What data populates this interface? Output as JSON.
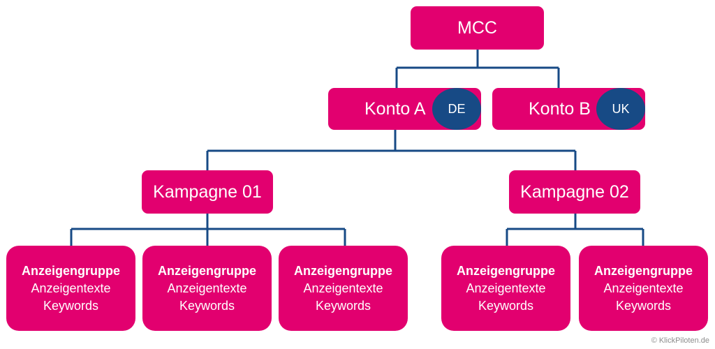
{
  "root": {
    "label": "MCC"
  },
  "accounts": [
    {
      "label": "Konto A",
      "badge": "DE"
    },
    {
      "label": "Konto B",
      "badge": "UK"
    }
  ],
  "campaigns": [
    {
      "label": "Kampagne 01"
    },
    {
      "label": "Kampagne 02"
    }
  ],
  "ad_groups": [
    {
      "title": "Anzeigengruppe",
      "line1": "Anzeigentexte",
      "line2": "Keywords"
    },
    {
      "title": "Anzeigengruppe",
      "line1": "Anzeigentexte",
      "line2": "Keywords"
    },
    {
      "title": "Anzeigengruppe",
      "line1": "Anzeigentexte",
      "line2": "Keywords"
    },
    {
      "title": "Anzeigengruppe",
      "line1": "Anzeigentexte",
      "line2": "Keywords"
    },
    {
      "title": "Anzeigengruppe",
      "line1": "Anzeigentexte",
      "line2": "Keywords"
    }
  ],
  "copyright": "© KlickPiloten.de",
  "colors": {
    "node": "#e2006f",
    "badge": "#174a85",
    "connector": "#174a85"
  }
}
